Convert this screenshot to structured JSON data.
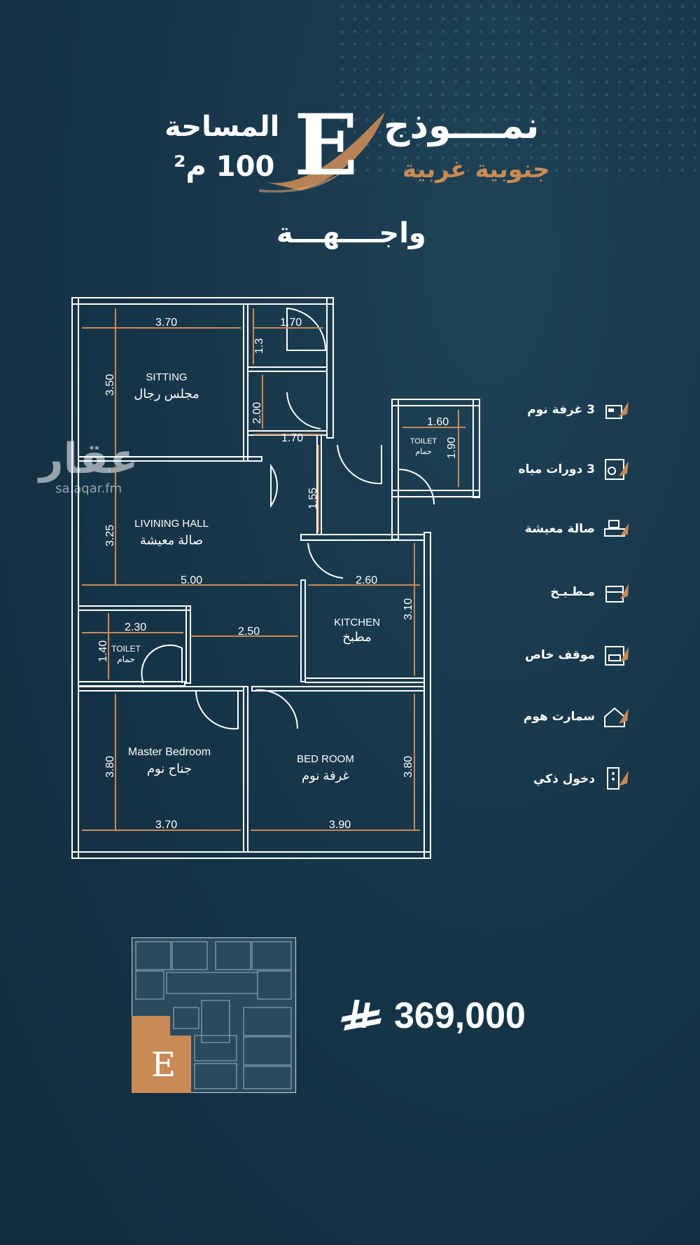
{
  "header": {
    "model_word": "نمــــوذج",
    "model_letter": "E",
    "direction": "جنوبية غربية",
    "area_label": "المساحة",
    "area_value": "100 م²",
    "facade_label": "واجــــهـــة"
  },
  "watermark": {
    "brand": "عقار",
    "url": "sa.aqar.fm"
  },
  "plan": {
    "rooms": [
      {
        "en": "SITTING",
        "ar": "مجلس رجال"
      },
      {
        "en": "LIVINING HALL",
        "ar": "صالة معيشة"
      },
      {
        "en": "KITCHEN",
        "ar": "مطبخ"
      },
      {
        "en": "TOILET",
        "ar": "حمام"
      },
      {
        "en": "TOILET",
        "ar": "حمام"
      },
      {
        "en": "Master Bedroom",
        "ar": "جناح نوم"
      },
      {
        "en": "BED ROOM",
        "ar": "غرفة نوم"
      }
    ],
    "dimensions": [
      "3.70",
      "1.70",
      "1.3",
      "3.50",
      "2.00",
      "1.70",
      "1.60",
      "1.90",
      "1.55",
      "3.25",
      "5.00",
      "2.60",
      "3.10",
      "2.30",
      "2.50",
      "1.40",
      "3.80",
      "3.80",
      "3.70",
      "3.90"
    ]
  },
  "features": [
    {
      "label": "3 غرفة نوم",
      "icon": "bed-icon"
    },
    {
      "label": "3 دورات مياه",
      "icon": "bathroom-icon"
    },
    {
      "label": "صالة معيشة",
      "icon": "sofa-icon"
    },
    {
      "label": "مـطـبـخ",
      "icon": "kitchen-icon"
    },
    {
      "label": "موقف خاص",
      "icon": "parking-icon"
    },
    {
      "label": "سمارت هوم",
      "icon": "smart-home-icon"
    },
    {
      "label": "دخول ذكي",
      "icon": "smart-entry-icon"
    }
  ],
  "key_plan": {
    "highlight_letter": "E"
  },
  "price": {
    "value": "369,000",
    "currency_icon": "riyal-icon"
  },
  "colors": {
    "accent": "#c98a55",
    "background": "#17364a",
    "line": "#ffffff"
  }
}
